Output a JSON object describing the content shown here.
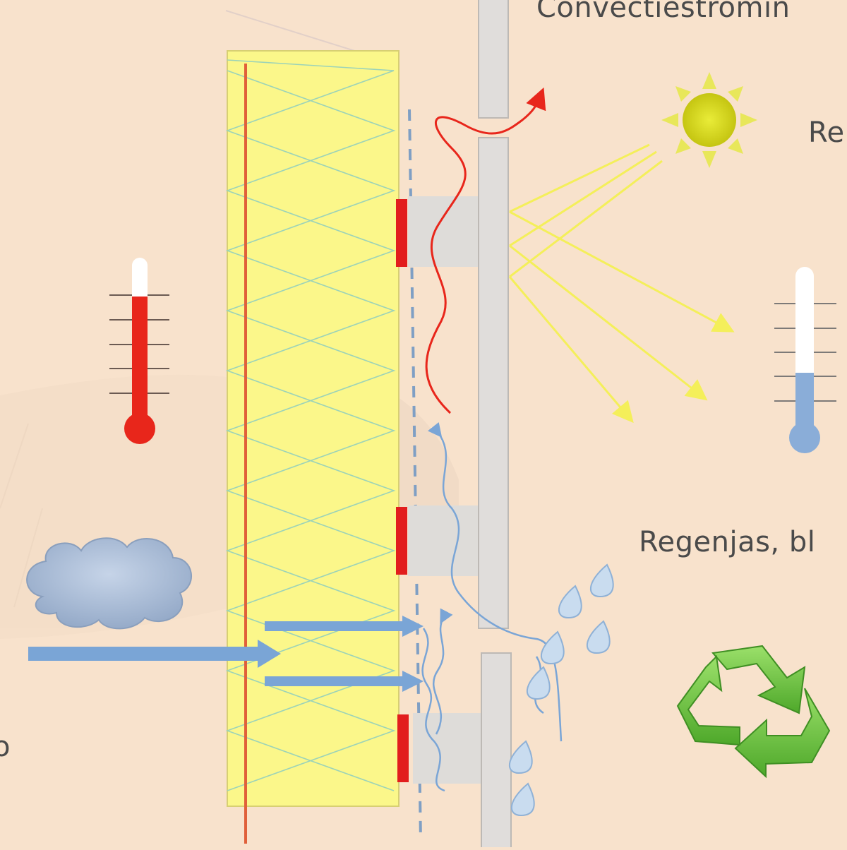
{
  "labels": {
    "convection": "Convectiestromin",
    "radiation": "Re",
    "rain": "Regenjas, bl",
    "edge": "o"
  },
  "icons": [
    "sun-icon",
    "thermometer-hot-icon",
    "thermometer-cold-icon",
    "cloud-icon",
    "raindrop-icon",
    "recycle-icon"
  ],
  "colors": {
    "background": "#f8e2cc",
    "insulation": "#fbf78a",
    "heat": "#e8261b",
    "moisture": "#7aa5d6",
    "sun": "#dfe21a",
    "recycle": "#6cc23a"
  }
}
